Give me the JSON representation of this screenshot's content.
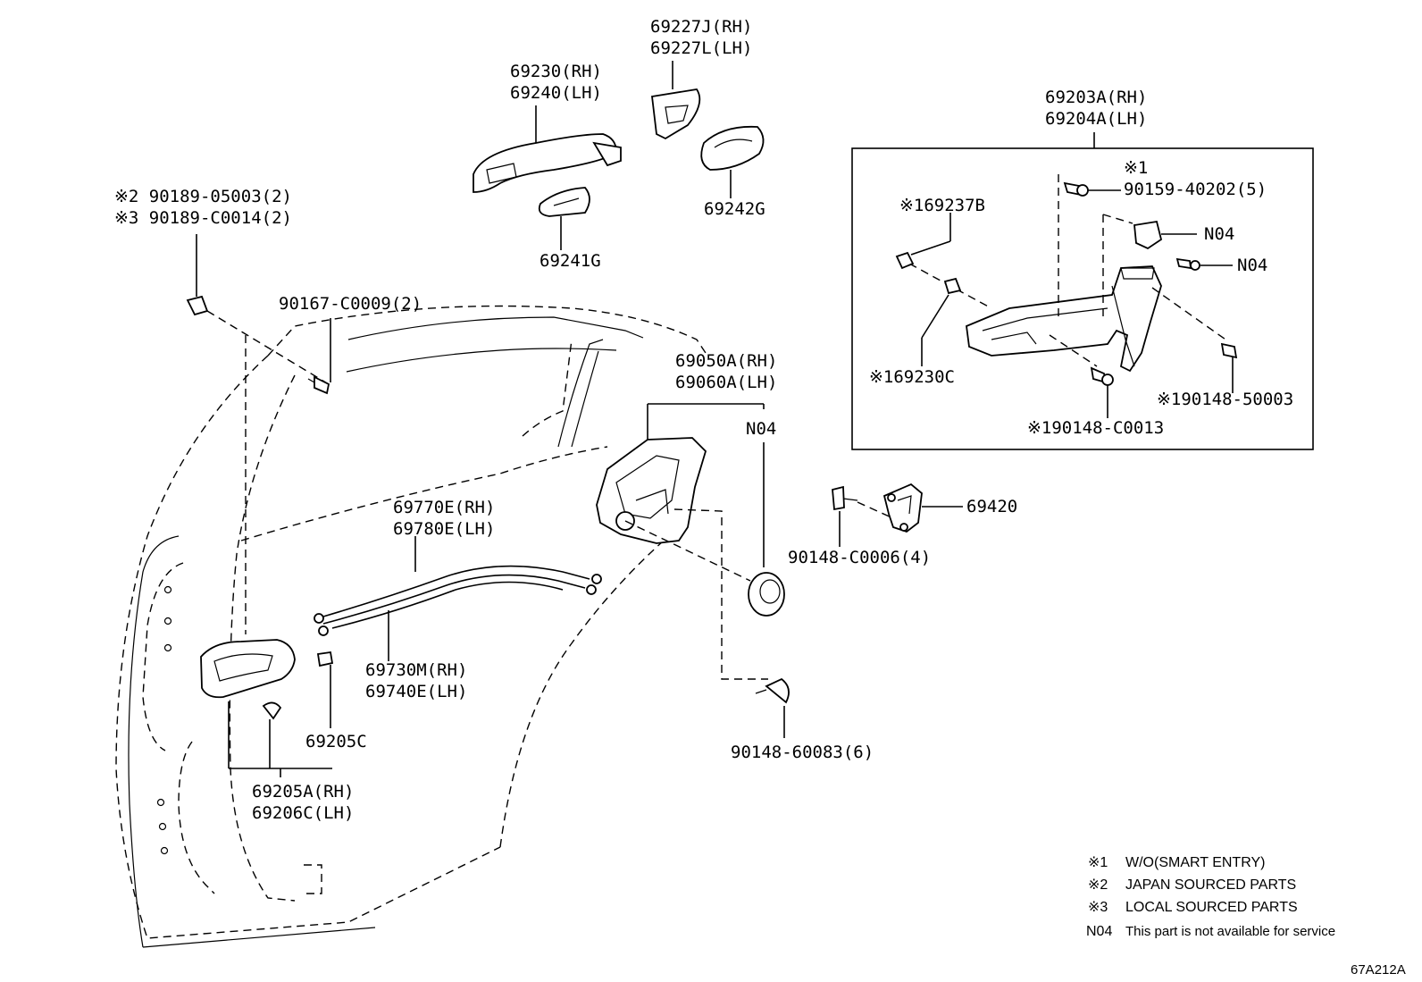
{
  "labels": {
    "p69227": [
      "69227J(RH)",
      "69227L(LH)"
    ],
    "p69230": [
      "69230(RH)",
      "69240(LH)"
    ],
    "p69242G": "69242G",
    "p69241G": "69241G",
    "p90189": [
      "※2 90189-05003(2)",
      "※3 90189-C0014(2)"
    ],
    "p90167": "90167-C0009(2)",
    "p69203": [
      "69203A(RH)",
      "69204A(LH)"
    ],
    "p90159": [
      "※1",
      "90159-40202(5)"
    ],
    "p69237B": "※169237B",
    "n04_a": "N04",
    "n04_b": "N04",
    "p69230C": "※169230C",
    "p90148_50003": "※190148-50003",
    "p90148_C0013": "※190148-C0013",
    "p69050": [
      "69050A(RH)",
      "69060A(LH)"
    ],
    "n04_c": "N04",
    "p69420": "69420",
    "p90148_C0006": "90148-C0006(4)",
    "p69770": [
      "69770E(RH)",
      "69780E(LH)"
    ],
    "p69730": [
      "69730M(RH)",
      "69740E(LH)"
    ],
    "p69205C": "69205C",
    "p69205A": [
      "69205A(RH)",
      "69206C(LH)"
    ],
    "p90148_60083": "90148-60083(6)"
  },
  "legend": [
    {
      "mark": "※1",
      "text": "W/O(SMART ENTRY)"
    },
    {
      "mark": "※2",
      "text": "JAPAN SOURCED PARTS"
    },
    {
      "mark": "※3",
      "text": "LOCAL SOURCED PARTS"
    },
    {
      "mark": "N04",
      "text": "This part is not available for service"
    }
  ],
  "figure_code": "67A212A"
}
